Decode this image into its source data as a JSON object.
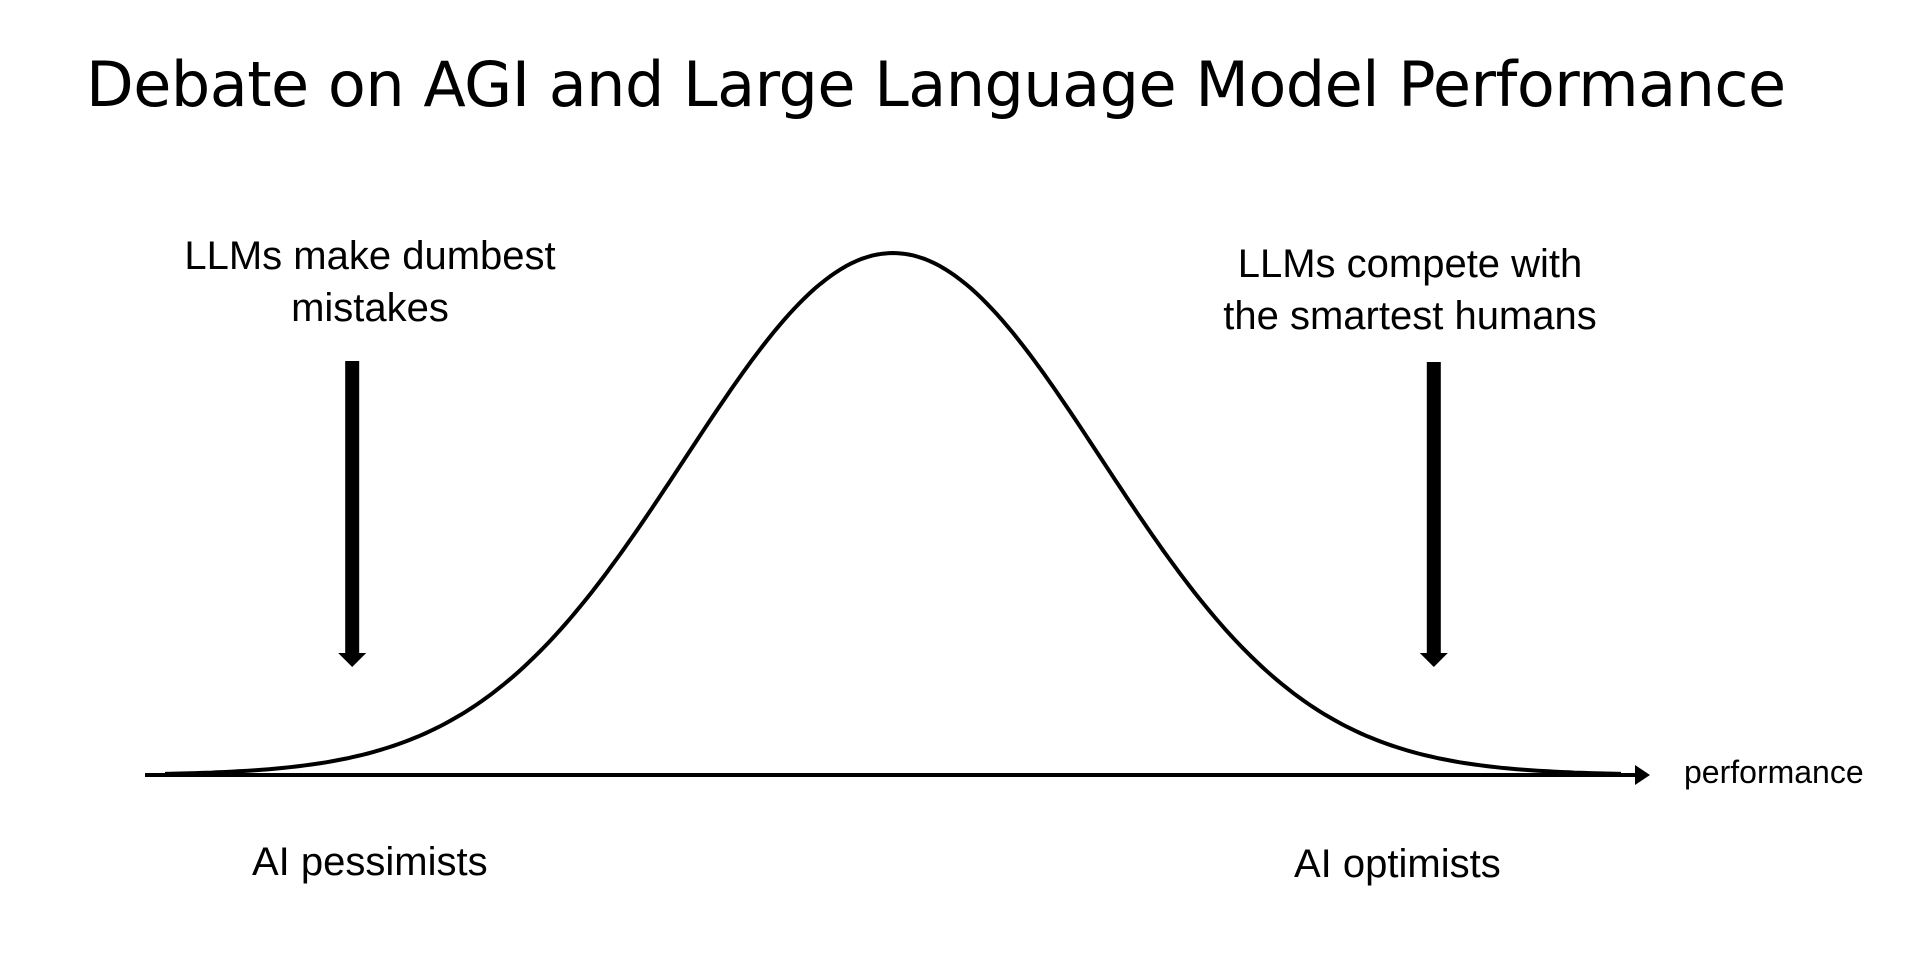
{
  "title": "Debate on AGI and Large Language Model Performance",
  "annotations": {
    "left": {
      "line1": "LLMs make dumbest",
      "line2": "mistakes"
    },
    "right": {
      "line1": "LLMs compete with",
      "line2": "the smartest humans"
    }
  },
  "camps": {
    "left": "AI pessimists",
    "right": "AI optimists"
  },
  "axis": {
    "label": "performance"
  },
  "chart_data": {
    "type": "line",
    "curve": "normal-distribution",
    "mean": 0,
    "sd": 1,
    "x_range": [
      -3.5,
      3.5
    ],
    "markers": [
      {
        "x": -2.6,
        "side": "left"
      },
      {
        "x": 2.6,
        "side": "right"
      }
    ],
    "color": "#000000"
  }
}
